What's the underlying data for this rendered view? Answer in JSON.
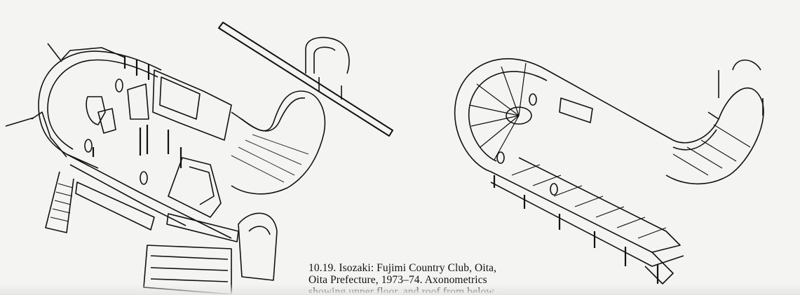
{
  "caption": {
    "line1": "10.19. Isozaki: Fujimi Country Club, Oita,",
    "line2": "Oita Prefecture, 1973–74. Axonometrics",
    "line3": "showing upper floor, and roof from below."
  },
  "figures": [
    {
      "name": "axonometric-upper-floor"
    },
    {
      "name": "axonometric-roof-from-below"
    }
  ]
}
